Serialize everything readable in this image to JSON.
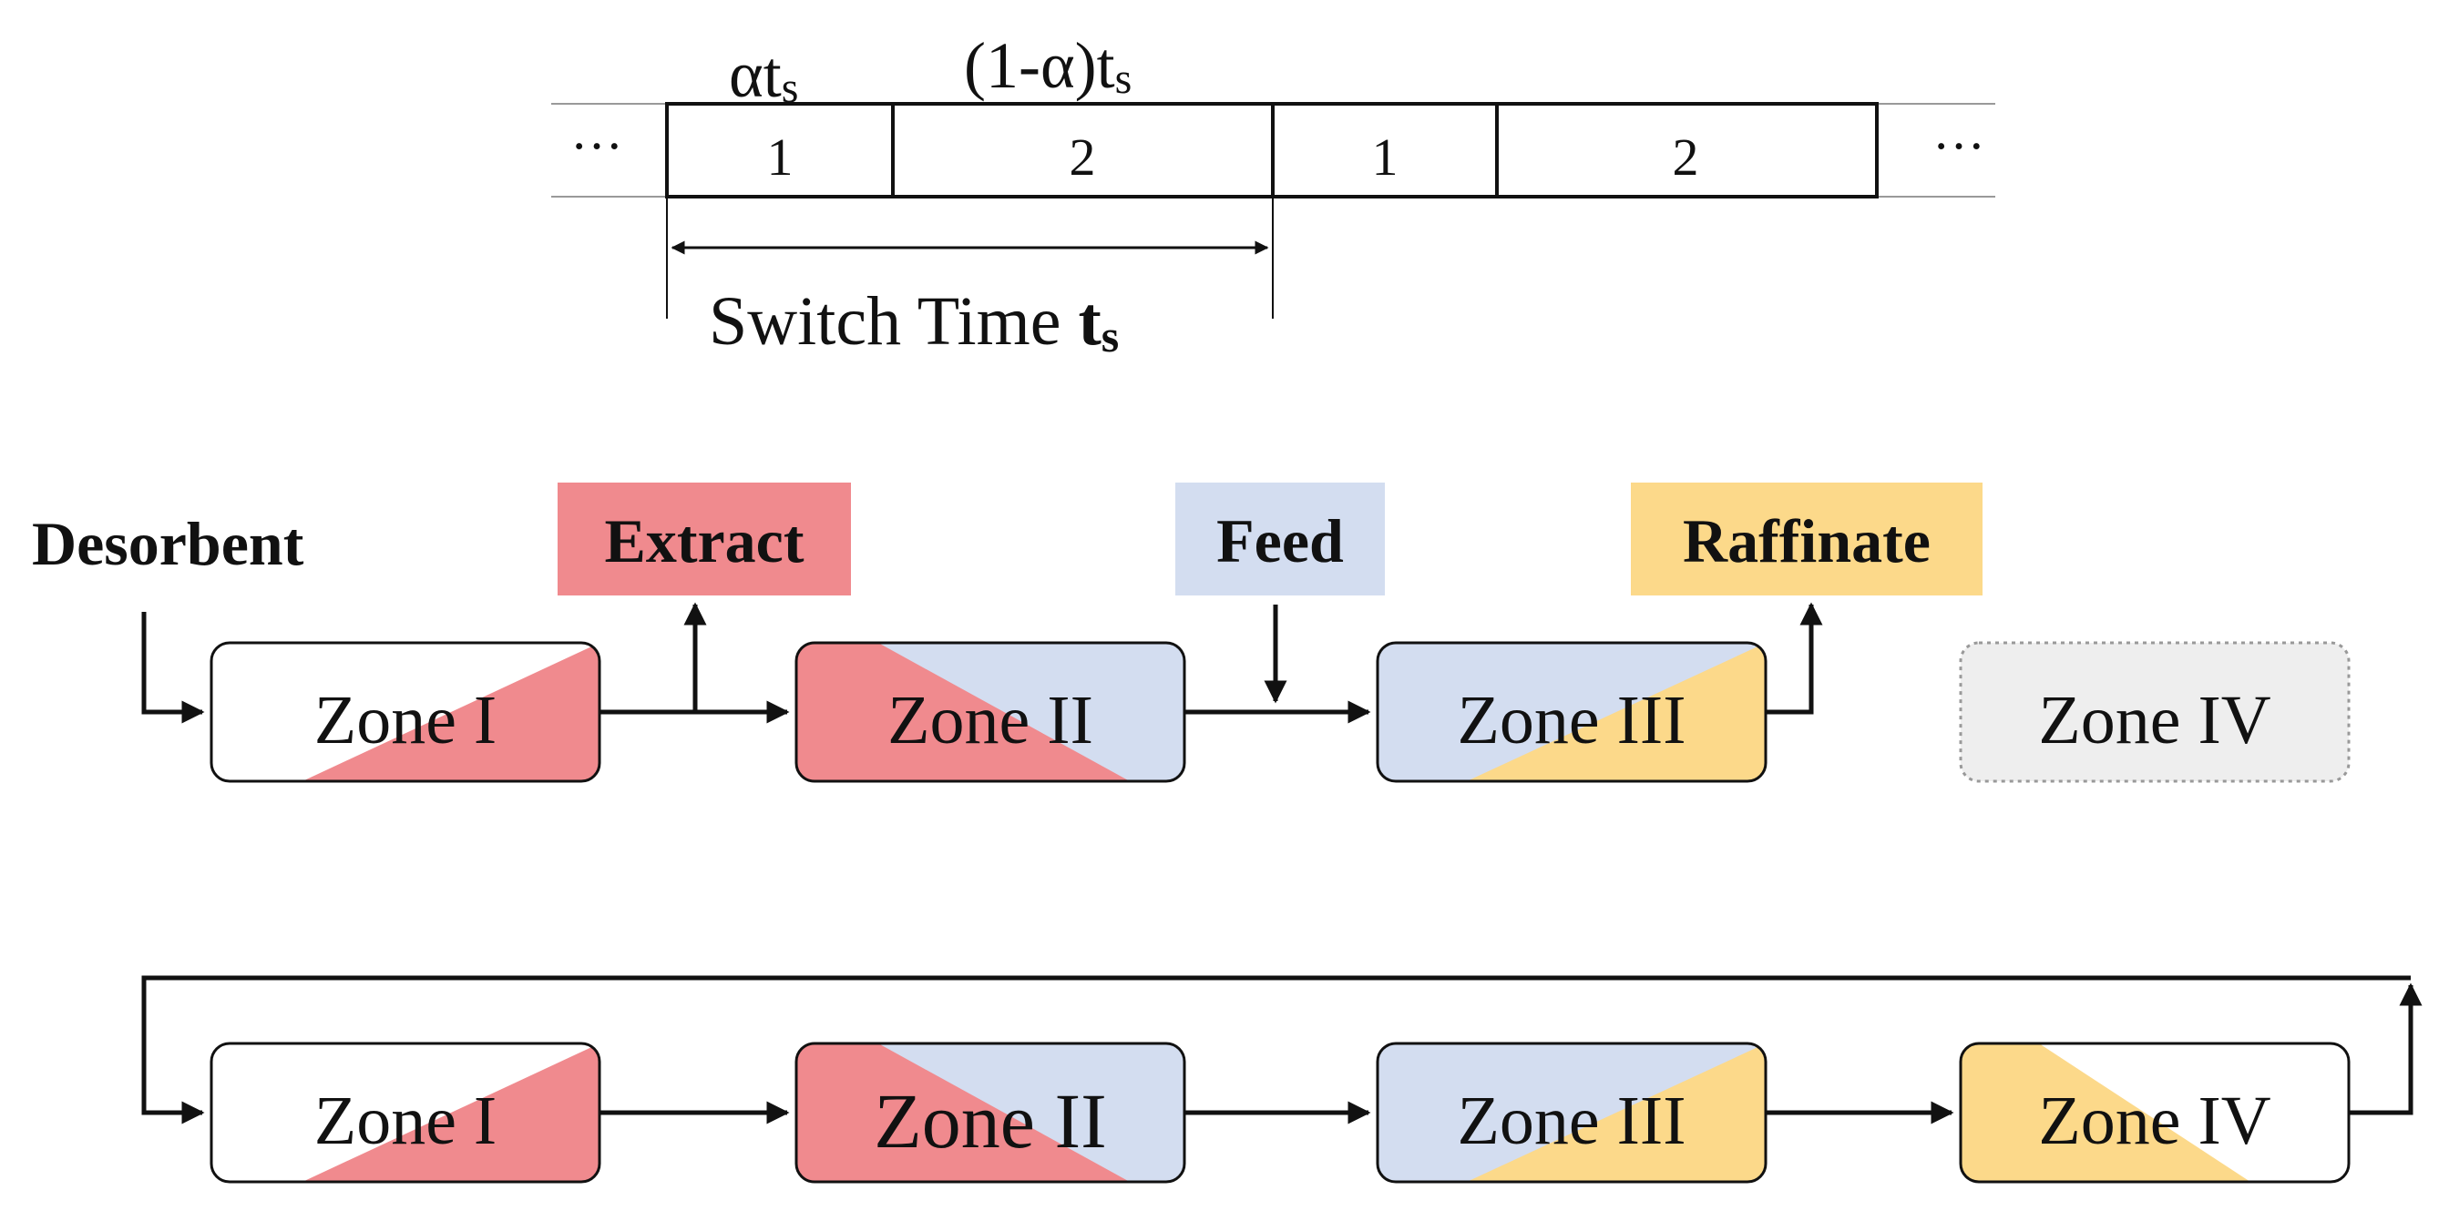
{
  "timeline": {
    "ellipsis_left": "···",
    "ellipsis_right": "···",
    "label_alpha": "αt",
    "label_alpha_sub": "s",
    "label_one_minus_alpha": "(1-α)t",
    "label_one_minus_alpha_sub": "s",
    "segments": [
      "1",
      "2",
      "1",
      "2"
    ],
    "switch_time_label": "Switch Time ",
    "switch_time_t": "t",
    "switch_time_sub": "s"
  },
  "streams": {
    "desorbent": "Desorbent",
    "extract": "Extract",
    "feed": "Feed",
    "raffinate": "Raffinate"
  },
  "zones_top": [
    "Zone I",
    "Zone II",
    "Zone III",
    "Zone IV"
  ],
  "zones_bottom": [
    "Zone I",
    "Zone II",
    "Zone III",
    "Zone IV"
  ],
  "colors": {
    "extract": "#F08A8E",
    "feed": "#D3DDF0",
    "raffinate": "#FCD98A",
    "zone4_inactive": "#EEEEEE",
    "line": "#111111"
  }
}
